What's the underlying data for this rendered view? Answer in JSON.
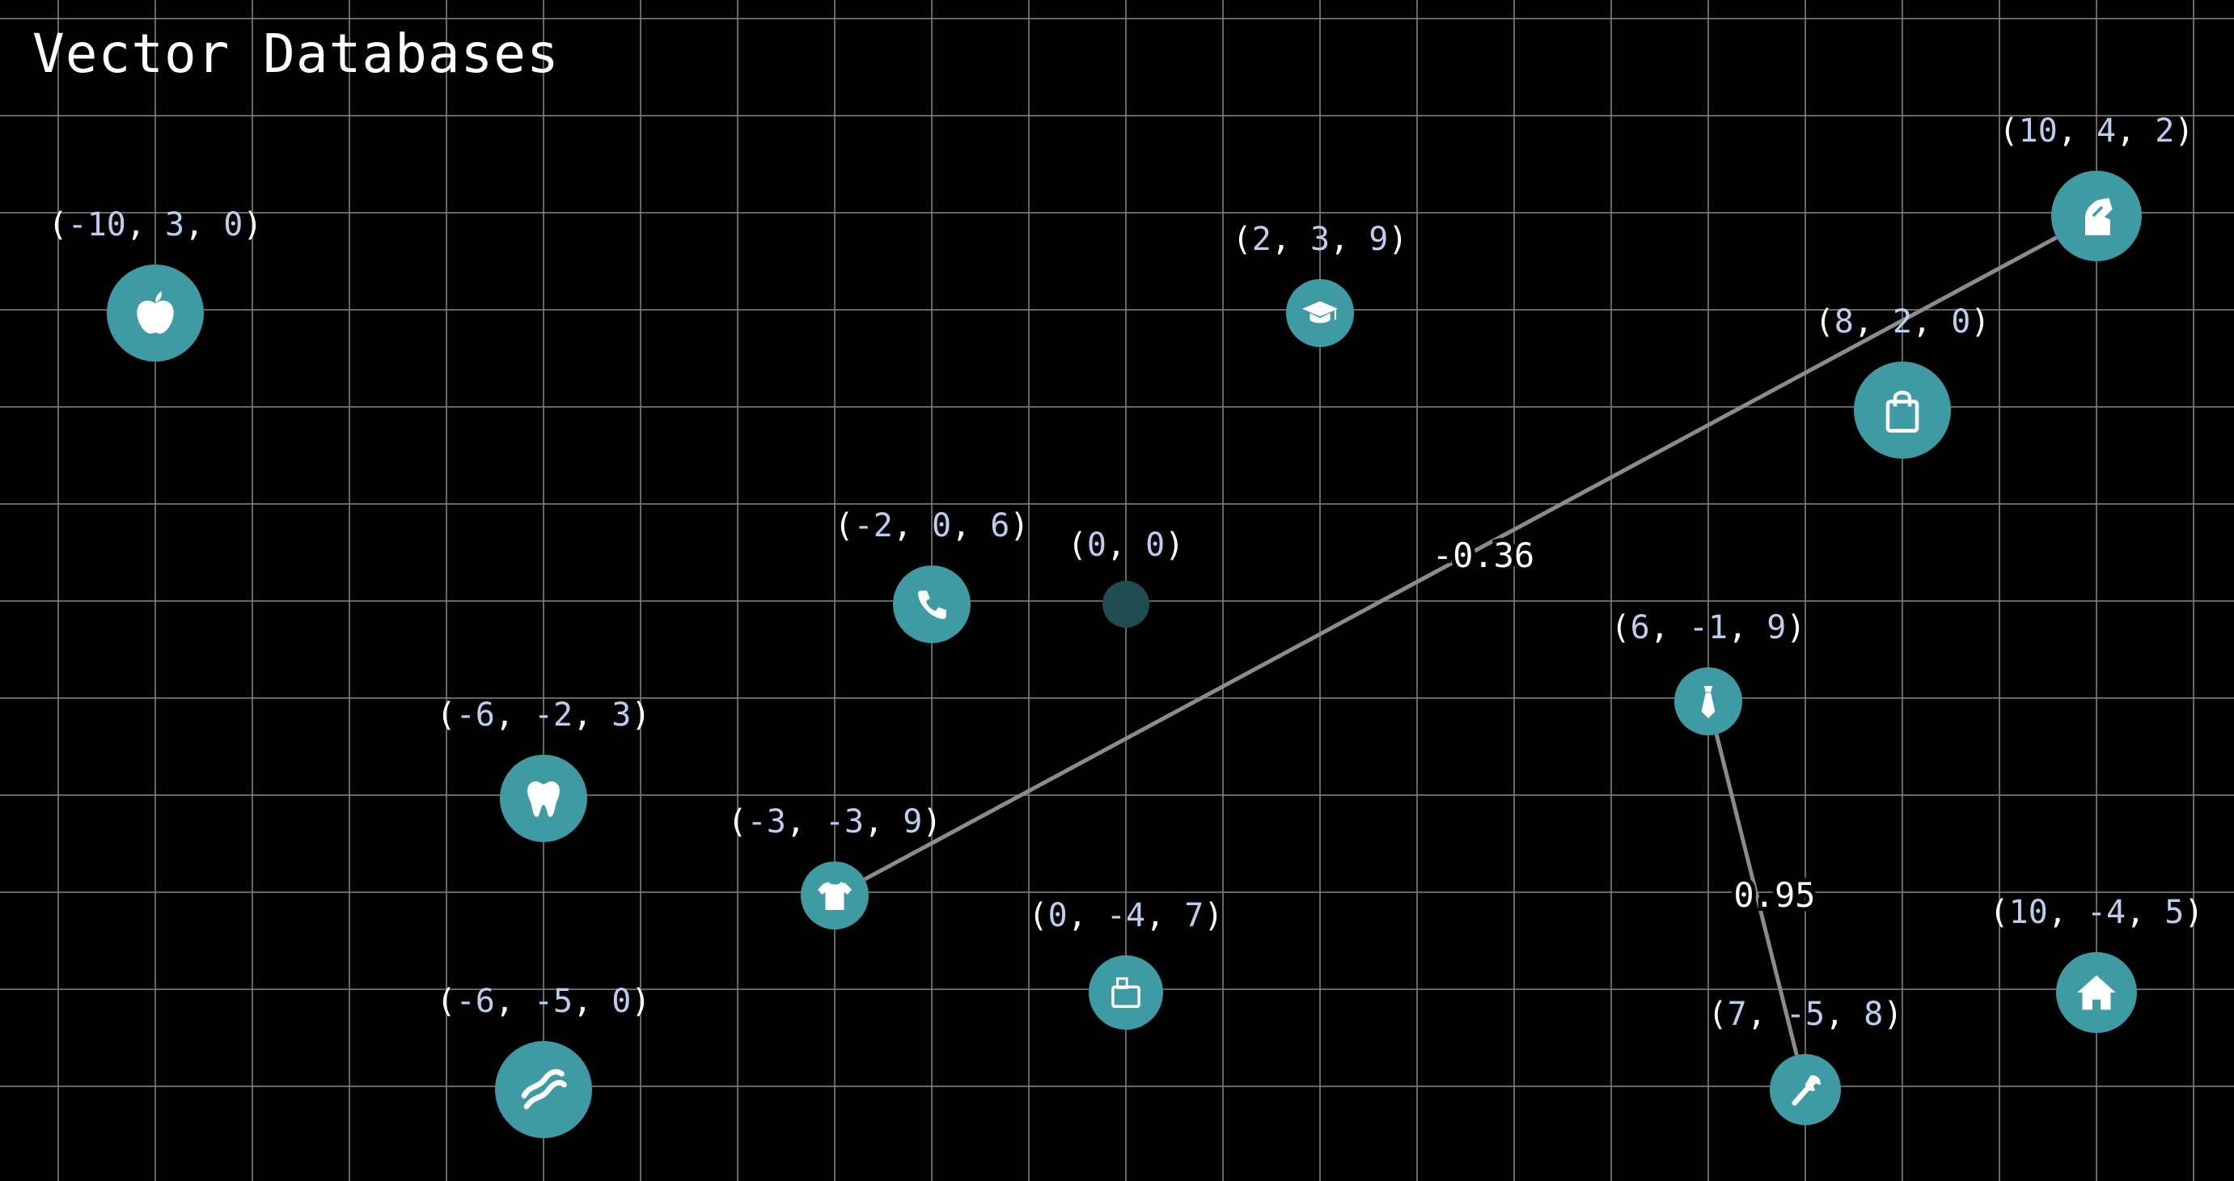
{
  "title": "Vector Databases",
  "colors": {
    "background": "#000000",
    "grid": "#777777",
    "node_fill": "#3e9aa3",
    "origin_fill": "#1e4c50",
    "icon_fill": "#ffffff",
    "label_paren": "#ffffff",
    "label_number": "#b9cfee",
    "connector": "#8c8c8c"
  },
  "origin": {
    "name": "origin",
    "coords": [
      "0",
      "0"
    ]
  },
  "nodes": [
    {
      "name": "apple",
      "icon": "apple-icon",
      "coords": [
        "-10",
        "3",
        "0"
      ]
    },
    {
      "name": "graduation",
      "icon": "graduation-cap-icon",
      "coords": [
        "2",
        "3",
        "9"
      ]
    },
    {
      "name": "glove",
      "icon": "glove-icon",
      "coords": [
        "10",
        "4",
        "2"
      ]
    },
    {
      "name": "shopping-bag",
      "icon": "shopping-bag-icon",
      "coords": [
        "8",
        "2",
        "0"
      ]
    },
    {
      "name": "phone",
      "icon": "phone-icon",
      "coords": [
        "-2",
        "0",
        "6"
      ]
    },
    {
      "name": "tie",
      "icon": "tie-icon",
      "coords": [
        "6",
        "-1",
        "9"
      ]
    },
    {
      "name": "tooth",
      "icon": "tooth-icon",
      "coords": [
        "-6",
        "-2",
        "3"
      ]
    },
    {
      "name": "shirt",
      "icon": "shirt-icon",
      "coords": [
        "-3",
        "-3",
        "9"
      ]
    },
    {
      "name": "mailbox",
      "icon": "mailbox-icon",
      "coords": [
        "0",
        "-4",
        "7"
      ]
    },
    {
      "name": "house",
      "icon": "house-icon",
      "coords": [
        "10",
        "-4",
        "5"
      ]
    },
    {
      "name": "bacon",
      "icon": "bacon-icon",
      "coords": [
        "-6",
        "-5",
        "0"
      ]
    },
    {
      "name": "wrench",
      "icon": "wrench-icon",
      "coords": [
        "7",
        "-5",
        "8"
      ]
    }
  ],
  "connections": [
    {
      "from": "shirt",
      "to": "glove",
      "label": "-0.36"
    },
    {
      "from": "tie",
      "to": "wrench",
      "label": "0.95"
    }
  ]
}
